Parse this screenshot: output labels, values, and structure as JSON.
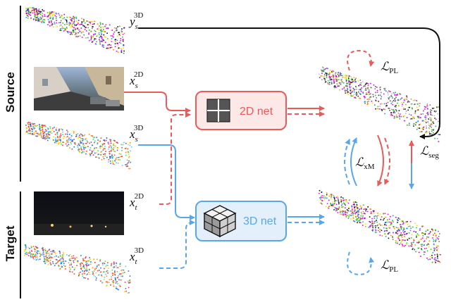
{
  "domains": {
    "source": "Source",
    "target": "Target"
  },
  "nets": {
    "net2d": {
      "label": "2D net",
      "color": "#ea5a5a"
    },
    "net3d": {
      "label": "3D net",
      "color": "#5aa6ea"
    }
  },
  "inputs": {
    "ys3d": {
      "base": "y",
      "sub": "s",
      "sup": "3D"
    },
    "xs2d": {
      "base": "x",
      "sub": "s",
      "sup": "2D"
    },
    "xs3d": {
      "base": "x",
      "sub": "s",
      "sup": "3D"
    },
    "xt2d": {
      "base": "x",
      "sub": "t",
      "sup": "2D"
    },
    "xt3d": {
      "base": "x",
      "sub": "t",
      "sup": "3D"
    }
  },
  "losses": {
    "pl_top": {
      "sym": "ℒ",
      "sub": "PL"
    },
    "xm": {
      "sym": "ℒ",
      "sub": "xM"
    },
    "seg": {
      "sym": "ℒ",
      "sub": "seg"
    },
    "pl_bottom": {
      "sym": "ℒ",
      "sub": "PL"
    }
  },
  "colors": {
    "red": "#ea5a5a",
    "blue": "#5aa6ea",
    "black": "#111111"
  }
}
